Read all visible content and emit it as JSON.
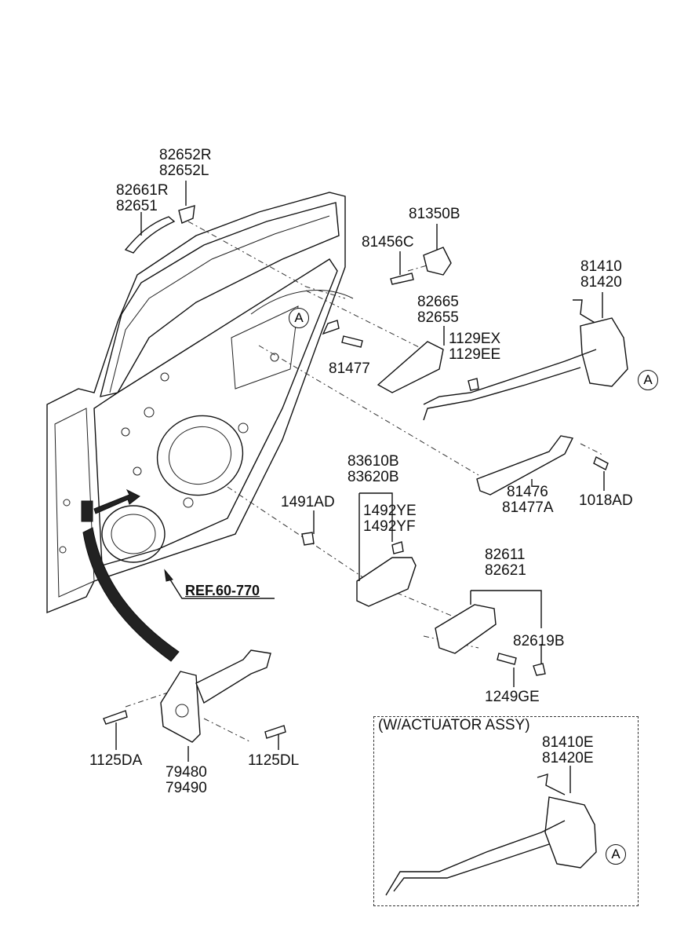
{
  "diagram": {
    "parts": [
      {
        "id": "handle_cover",
        "numbers": [
          "82652R",
          "82652L"
        ]
      },
      {
        "id": "outside_handle",
        "numbers": [
          "82661R",
          "82651"
        ]
      },
      {
        "id": "striker",
        "numbers": [
          "81350B"
        ]
      },
      {
        "id": "screw_81456c",
        "numbers": [
          "81456C"
        ]
      },
      {
        "id": "handle_bracket",
        "numbers": [
          "82665",
          "82655"
        ]
      },
      {
        "id": "screw_1129",
        "numbers": [
          "1129EX",
          "1129EE"
        ]
      },
      {
        "id": "latch_assy",
        "numbers": [
          "81410",
          "81420"
        ]
      },
      {
        "id": "bolt_81477",
        "numbers": [
          "81477"
        ]
      },
      {
        "id": "cable_bracket",
        "numbers": [
          "81476",
          "81477A"
        ]
      },
      {
        "id": "bolt_1018ad",
        "numbers": [
          "1018AD"
        ]
      },
      {
        "id": "inside_handle_housing",
        "numbers": [
          "83610B",
          "83620B"
        ]
      },
      {
        "id": "clip_1492",
        "numbers": [
          "1492YE",
          "1492YF"
        ]
      },
      {
        "id": "nut_1491ad",
        "numbers": [
          "1491AD"
        ]
      },
      {
        "id": "inside_handle",
        "numbers": [
          "82611",
          "82621"
        ]
      },
      {
        "id": "cap_82619b",
        "numbers": [
          "82619B"
        ]
      },
      {
        "id": "screw_1249ge",
        "numbers": [
          "1249GE"
        ]
      },
      {
        "id": "bolt_1125da",
        "numbers": [
          "1125DA"
        ]
      },
      {
        "id": "door_checker",
        "numbers": [
          "79480",
          "79490"
        ]
      },
      {
        "id": "bolt_1125dl",
        "numbers": [
          "1125DL"
        ]
      },
      {
        "id": "latch_actuator",
        "numbers": [
          "81410E",
          "81420E"
        ]
      }
    ],
    "reference": "REF.60-770",
    "callout_letter": "A",
    "actuator_box_title": "(W/ACTUATOR ASSY)"
  }
}
